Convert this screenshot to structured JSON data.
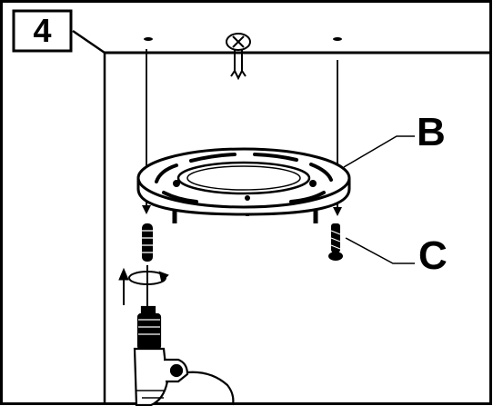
{
  "step": {
    "number": "4"
  },
  "callouts": {
    "b": "B",
    "c": "C"
  },
  "icons": {
    "ceiling_wires": "ceiling-wire-outlet-icon",
    "rotate": "rotate-arrow-icon",
    "up": "up-arrow-icon",
    "drill": "power-drill-icon",
    "anchor": "wall-anchor-icon",
    "screw": "screw-icon"
  },
  "colors": {
    "line": "#000000",
    "background": "#ffffff"
  }
}
